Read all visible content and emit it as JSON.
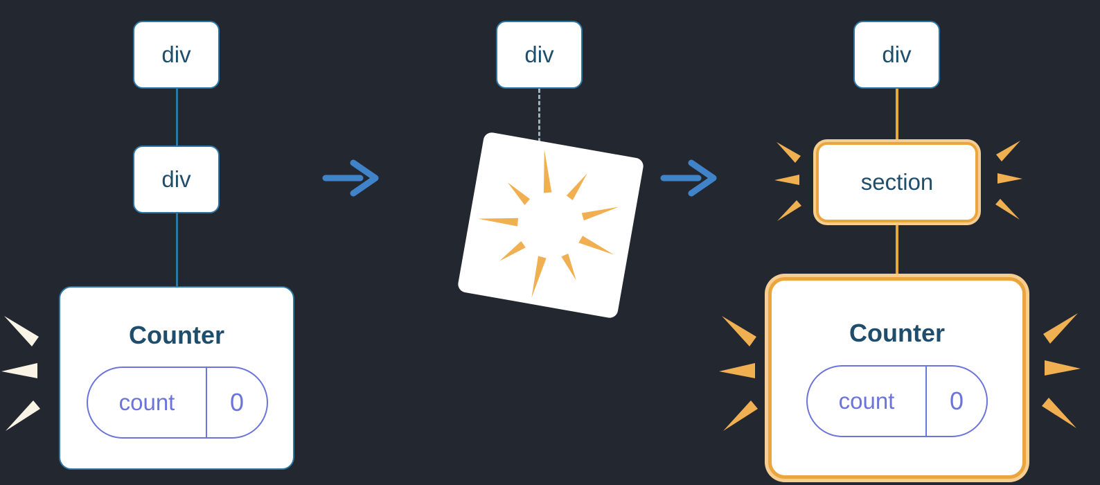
{
  "colors": {
    "background": "#23272F",
    "box_fill": "#FFFFFF",
    "box_border": "#2E76A6",
    "text_navy": "#1F4E6D",
    "pill": "#6B74DB",
    "orange": "#EBA53F",
    "orange_light": "#F6CE92",
    "spark_orange": "#F0B052",
    "spark_white": "#FAF4E6",
    "arrow": "#4183C8",
    "dashed": "#9FB0BF",
    "connector_blue": "#2E76A6"
  },
  "before": {
    "root_tag": "div",
    "child_tag": "div",
    "component_name": "Counter",
    "state_key": "count",
    "state_value": "0"
  },
  "transition": {
    "root_tag": "div"
  },
  "after": {
    "root_tag": "div",
    "child_tag": "section",
    "component_name": "Counter",
    "state_key": "count",
    "state_value": "0"
  }
}
